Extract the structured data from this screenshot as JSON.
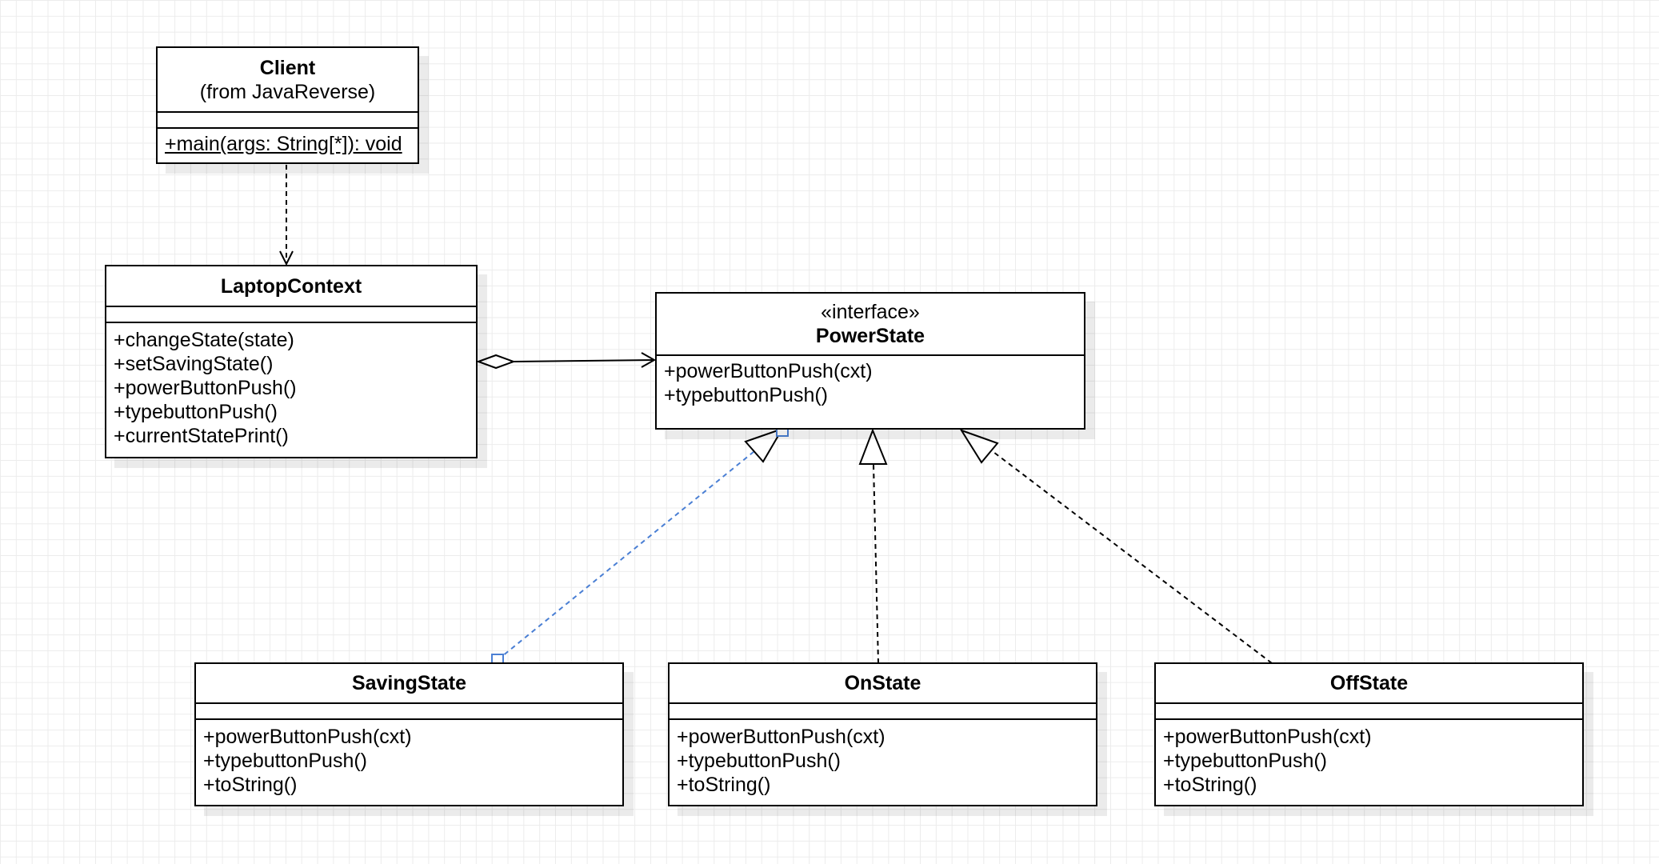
{
  "classes": {
    "client": {
      "name": "Client",
      "subtitle": "(from JavaReverse)",
      "operations": [
        "+main(args: String[*]): void"
      ]
    },
    "laptop_context": {
      "name": "LaptopContext",
      "operations": [
        "+changeState(state)",
        "+setSavingState()",
        "+powerButtonPush()",
        "+typebuttonPush()",
        "+currentStatePrint()"
      ]
    },
    "power_state": {
      "stereotype": "«interface»",
      "name": "PowerState",
      "operations": [
        "+powerButtonPush(cxt)",
        "+typebuttonPush()"
      ]
    },
    "saving_state": {
      "name": "SavingState",
      "operations": [
        "+powerButtonPush(cxt)",
        "+typebuttonPush()",
        "+toString()"
      ]
    },
    "on_state": {
      "name": "OnState",
      "operations": [
        "+powerButtonPush(cxt)",
        "+typebuttonPush()",
        "+toString()"
      ]
    },
    "off_state": {
      "name": "OffState",
      "operations": [
        "+powerButtonPush(cxt)",
        "+typebuttonPush()",
        "+toString()"
      ]
    }
  },
  "colors": {
    "line": "#000000",
    "selected_edge": "#4a7fd4",
    "grid": "#ececec"
  }
}
